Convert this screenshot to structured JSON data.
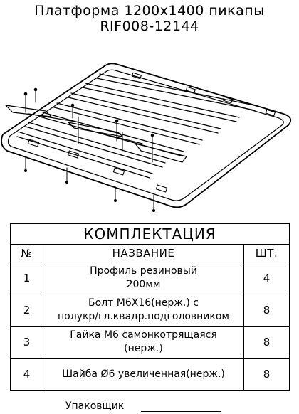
{
  "header": {
    "line1": "Платформа 1200х1400 пикапы",
    "line2": "RIF008-12144"
  },
  "kit_table": {
    "title": "КОМПЛЕКТАЦИЯ",
    "columns": {
      "num": "№",
      "name": "НАЗВАНИЕ",
      "qty": "ШТ."
    },
    "rows": [
      {
        "num": "1",
        "name_line1": "Профиль резиновый",
        "name_line2": "200мм",
        "qty": "4"
      },
      {
        "num": "2",
        "name_line1": "Болт М6Х16(нерж.) с",
        "name_line2": "полукр/гл.квадр.подголовником",
        "qty": "8"
      },
      {
        "num": "3",
        "name_line1": "Гайка М6 самонкотрящаяся",
        "name_line2": "(нерж.)",
        "qty": "8"
      },
      {
        "num": "4",
        "name_line1": "Шайба Ø6 увеличенная(нерж.)",
        "name_line2": "",
        "qty": "8"
      }
    ]
  },
  "footer": {
    "packer_label": "Упаковщик"
  }
}
